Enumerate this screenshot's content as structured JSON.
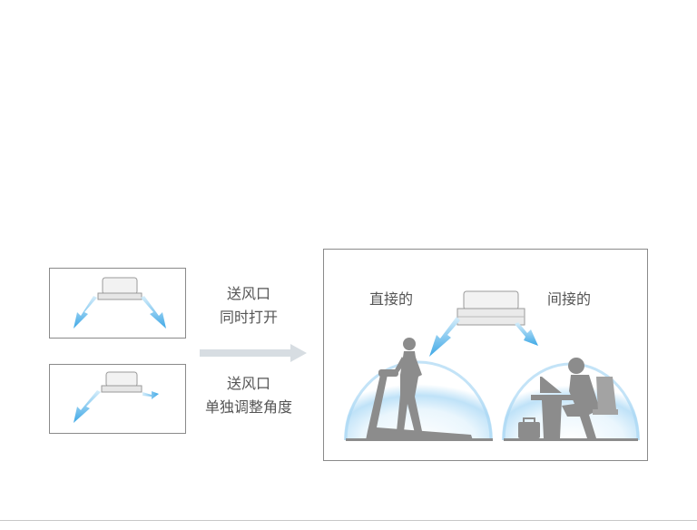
{
  "left_captions": {
    "top_line1": "送风口",
    "top_line2": "同时打开",
    "bottom_line1": "送风口",
    "bottom_line2": "单独调整角度"
  },
  "right_panel": {
    "direct_label": "直接的",
    "indirect_label": "间接的"
  },
  "colors": {
    "arrow_blue": "#3ea8e6",
    "silhouette": "#8c8c8c",
    "glow": "#9fd3f5",
    "divider": "#c8c8c8"
  }
}
